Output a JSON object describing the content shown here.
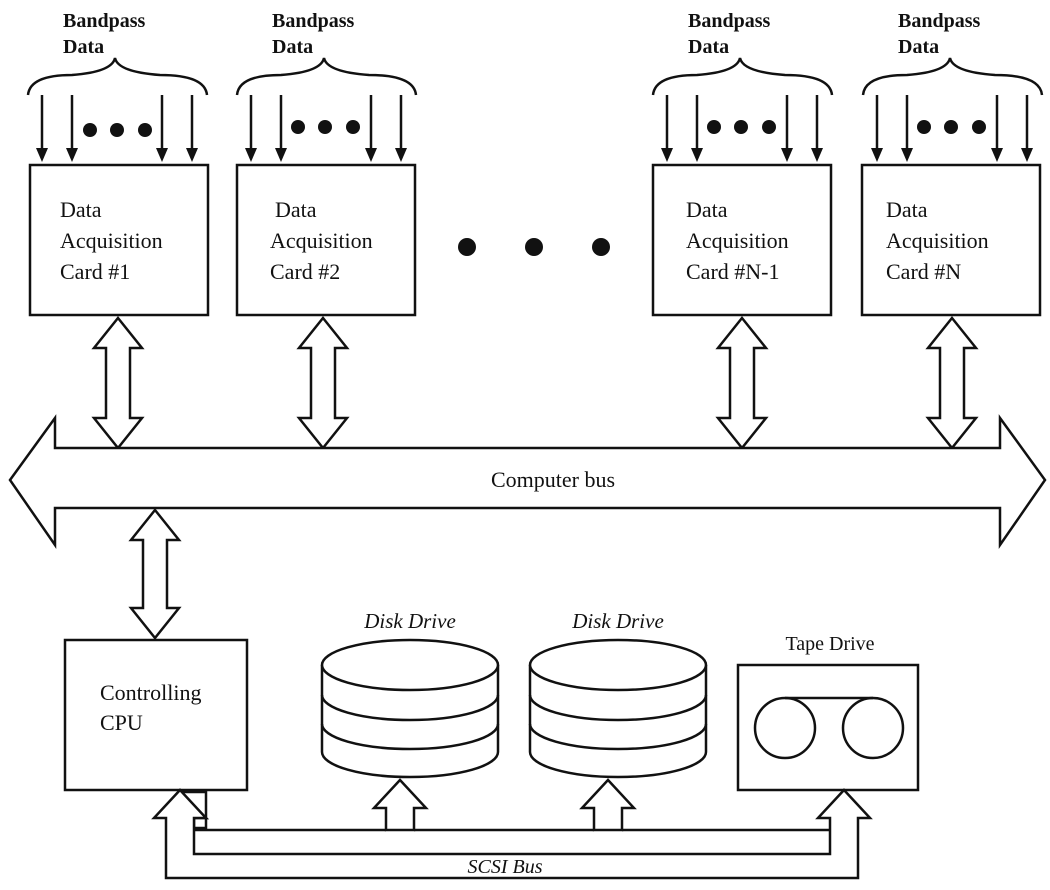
{
  "cards": [
    {
      "header_line1": "Bandpass",
      "header_line2": "Data",
      "line1": "Data",
      "line2": "Acquisition",
      "line3": "Card  #1"
    },
    {
      "header_line1": "Bandpass",
      "header_line2": "Data",
      "line1": "Data",
      "line2": "Acquisition",
      "line3": "Card  #2"
    },
    {
      "header_line1": "Bandpass",
      "header_line2": "Data",
      "line1": "Data",
      "line2": "Acquisition",
      "line3": "Card  #N-1"
    },
    {
      "header_line1": "Bandpass",
      "header_line2": "Data",
      "line1": "Data",
      "line2": "Acquisition",
      "line3": "Card  #N"
    }
  ],
  "bus": {
    "label": "Computer bus"
  },
  "cpu": {
    "line1": "Controlling",
    "line2": "CPU"
  },
  "disk1": {
    "label": "Disk Drive"
  },
  "disk2": {
    "label": "Disk Drive"
  },
  "tape": {
    "label": "Tape Drive"
  },
  "scsi": {
    "label": "SCSI Bus"
  }
}
